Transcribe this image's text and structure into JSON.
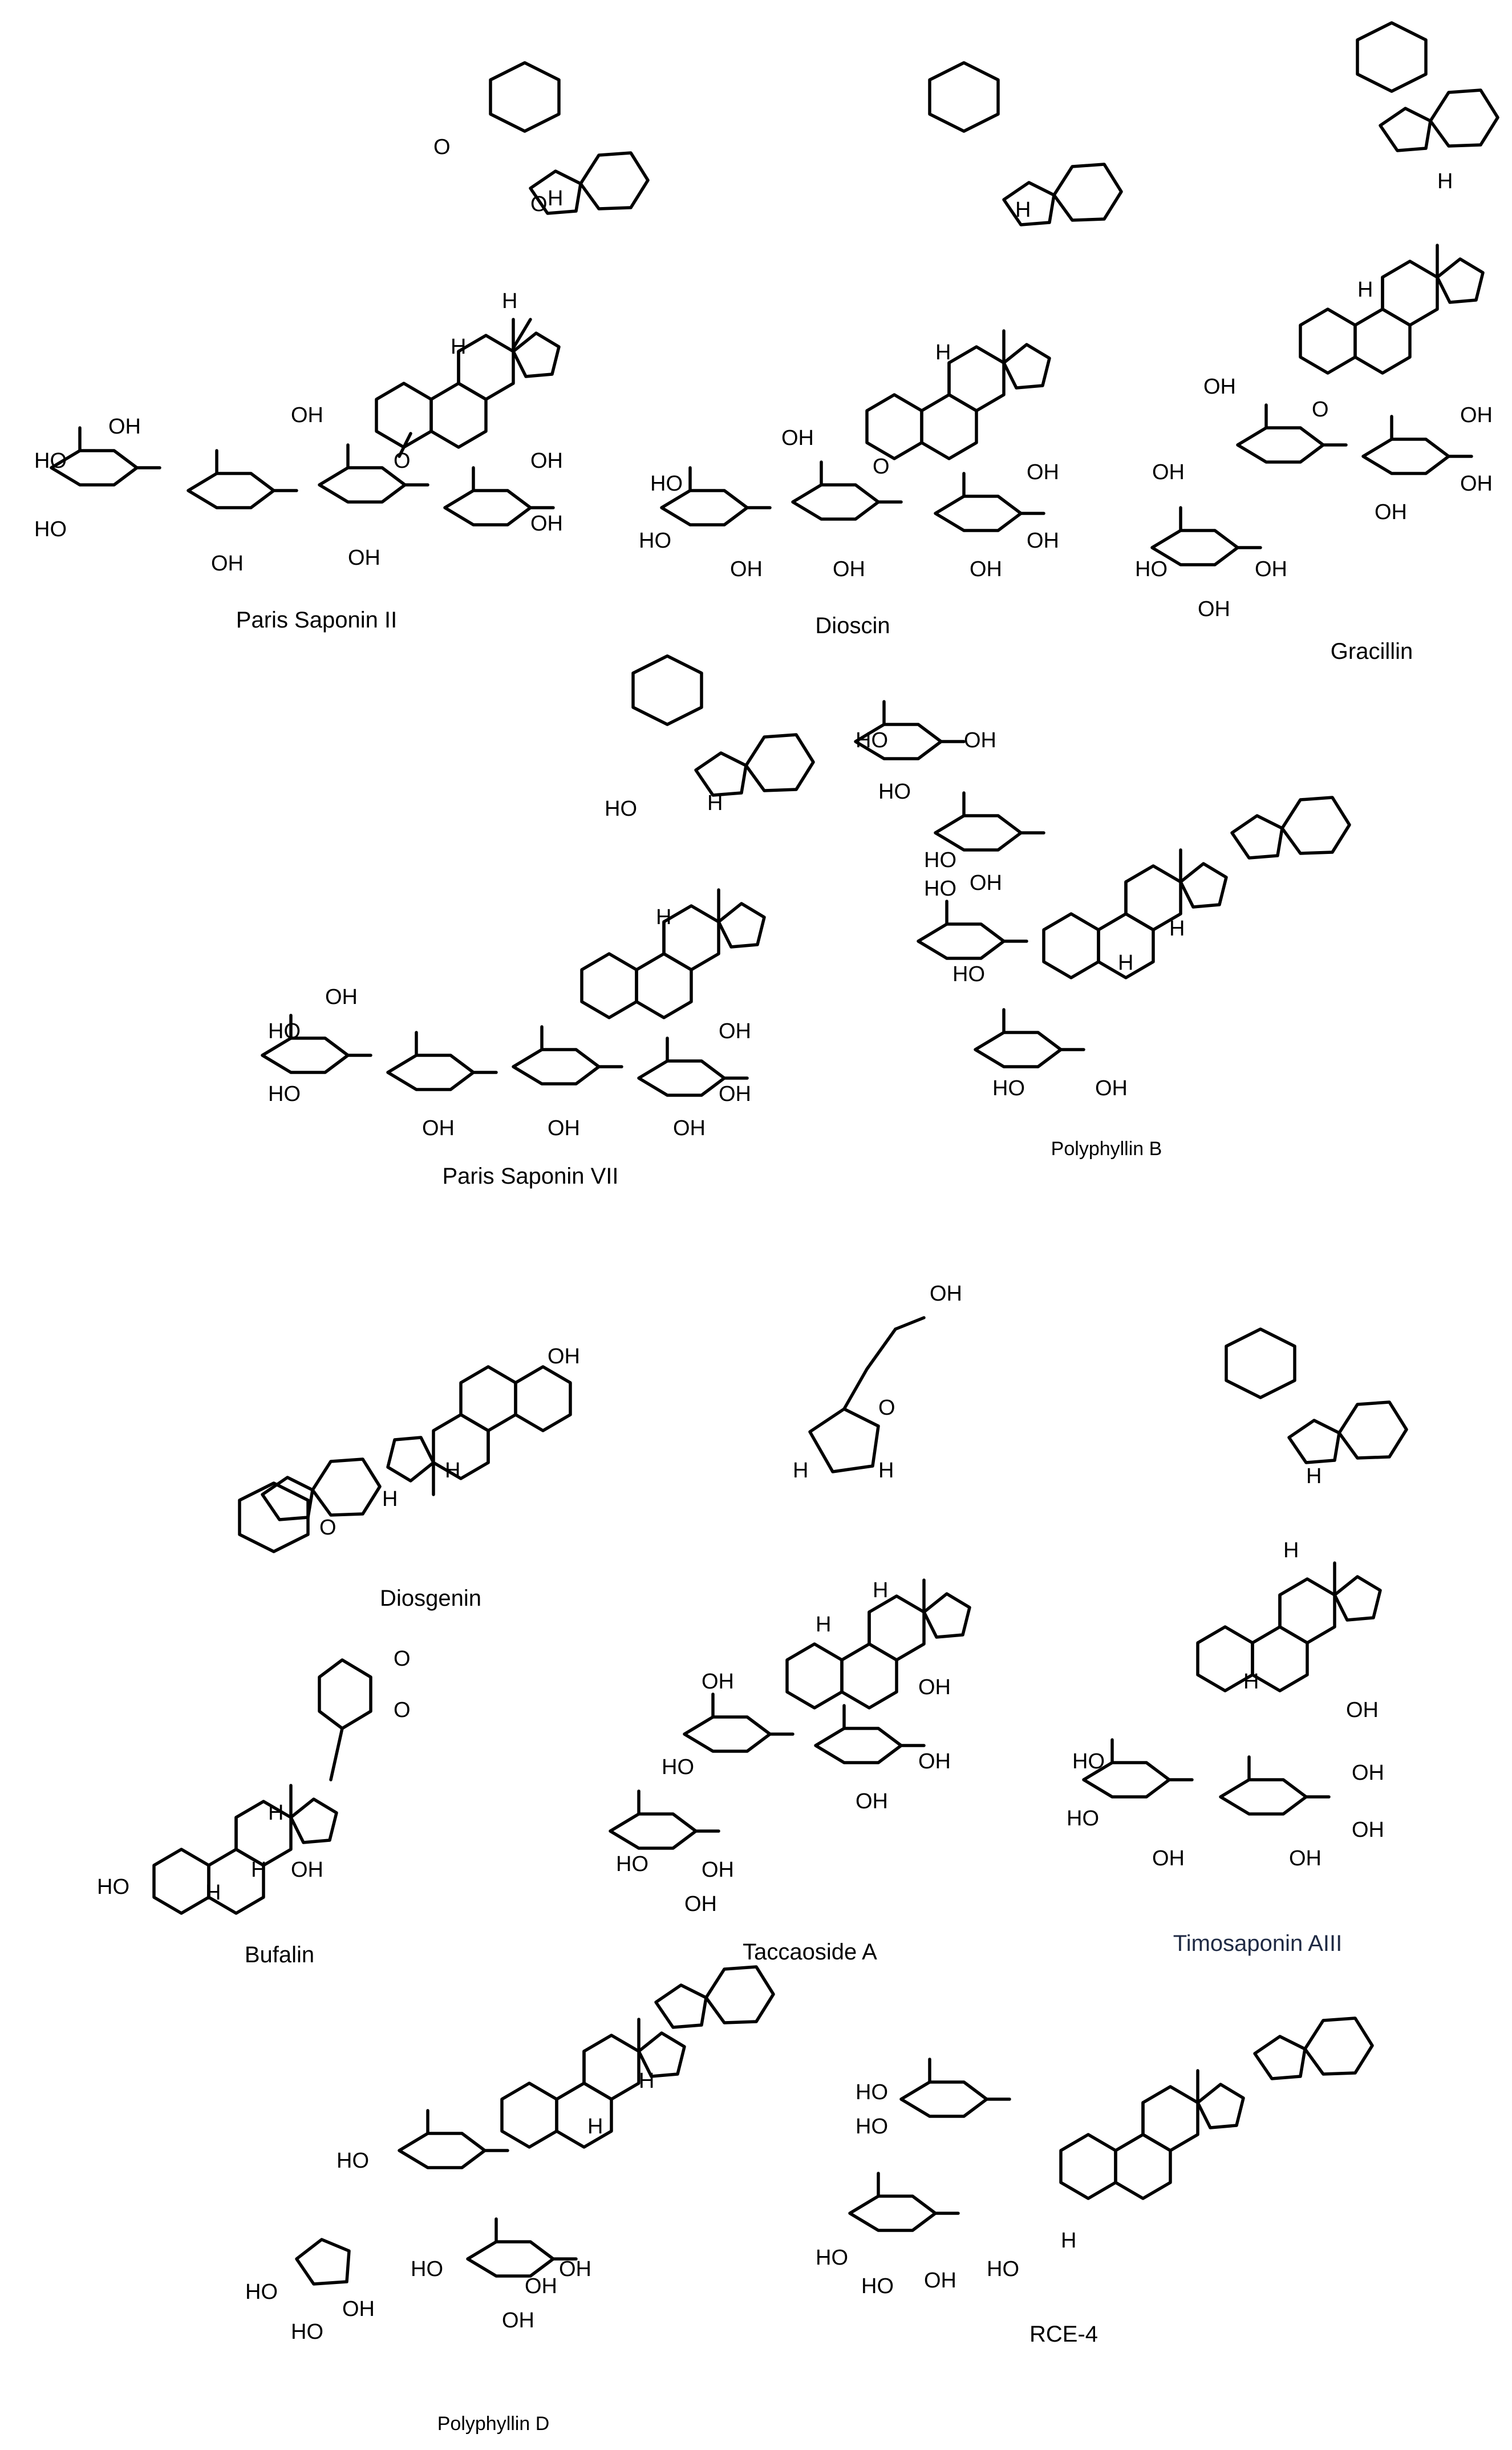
{
  "figure": {
    "compounds": [
      {
        "id": "paris-saponin-ii",
        "name": "Paris Saponin II"
      },
      {
        "id": "dioscin",
        "name": "Dioscin"
      },
      {
        "id": "gracillin",
        "name": "Gracillin"
      },
      {
        "id": "paris-saponin-vii",
        "name": "Paris Saponin VII"
      },
      {
        "id": "polyphyllin-b",
        "name": "Polyphyllin B"
      },
      {
        "id": "diosgenin",
        "name": "Diosgenin"
      },
      {
        "id": "bufalin",
        "name": "Bufalin"
      },
      {
        "id": "taccaoside-a",
        "name": "Taccaoside A"
      },
      {
        "id": "timosaponin-aiii",
        "name": "Timosaponin AIII"
      },
      {
        "id": "polyphyllin-d",
        "name": "Polyphyllin D"
      },
      {
        "id": "rce-4",
        "name": "RCE-4"
      }
    ],
    "atom_labels": [
      "O",
      "OH",
      "HO",
      "H"
    ]
  }
}
